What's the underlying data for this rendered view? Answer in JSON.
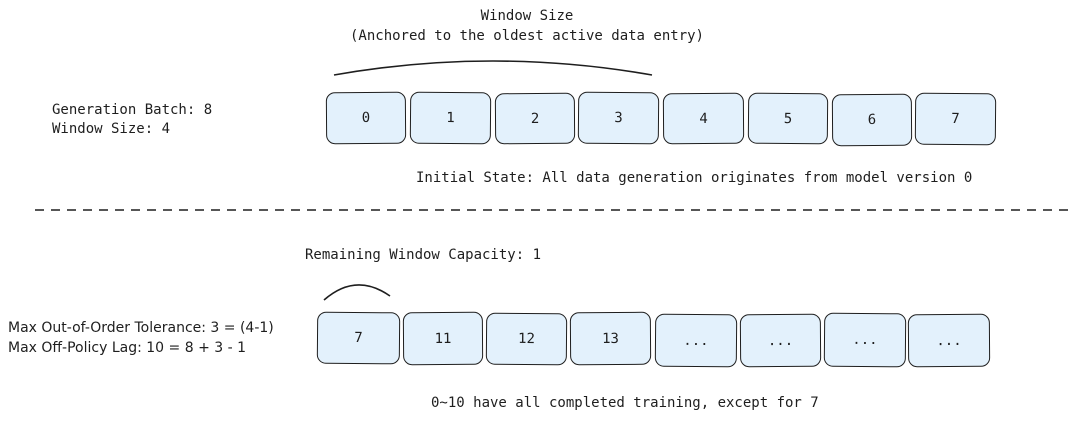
{
  "top": {
    "window_title": "Window Size",
    "window_subtitle": "(Anchored to the oldest active data entry)",
    "params": {
      "line1": "Generation Batch: 8",
      "line2": "Window Size: 4"
    },
    "cells": [
      "0",
      "1",
      "2",
      "3",
      "4",
      "5",
      "6",
      "7"
    ],
    "caption": "Initial State: All data generation originates from model version 0"
  },
  "bottom": {
    "capacity_label": "Remaining Window Capacity: 1",
    "params": {
      "line1": "Max Out-of-Order Tolerance: 3 = (4-1)",
      "line2": "Max Off-Policy Lag: 10 = 8 + 3 - 1"
    },
    "cells": [
      "7",
      "11",
      "12",
      "13",
      "...",
      "...",
      "...",
      "..."
    ],
    "caption": "0~10 have all completed training, except for 7"
  },
  "colors": {
    "cell_fill": "#e3f1fc",
    "stroke": "#1e1e1e"
  }
}
